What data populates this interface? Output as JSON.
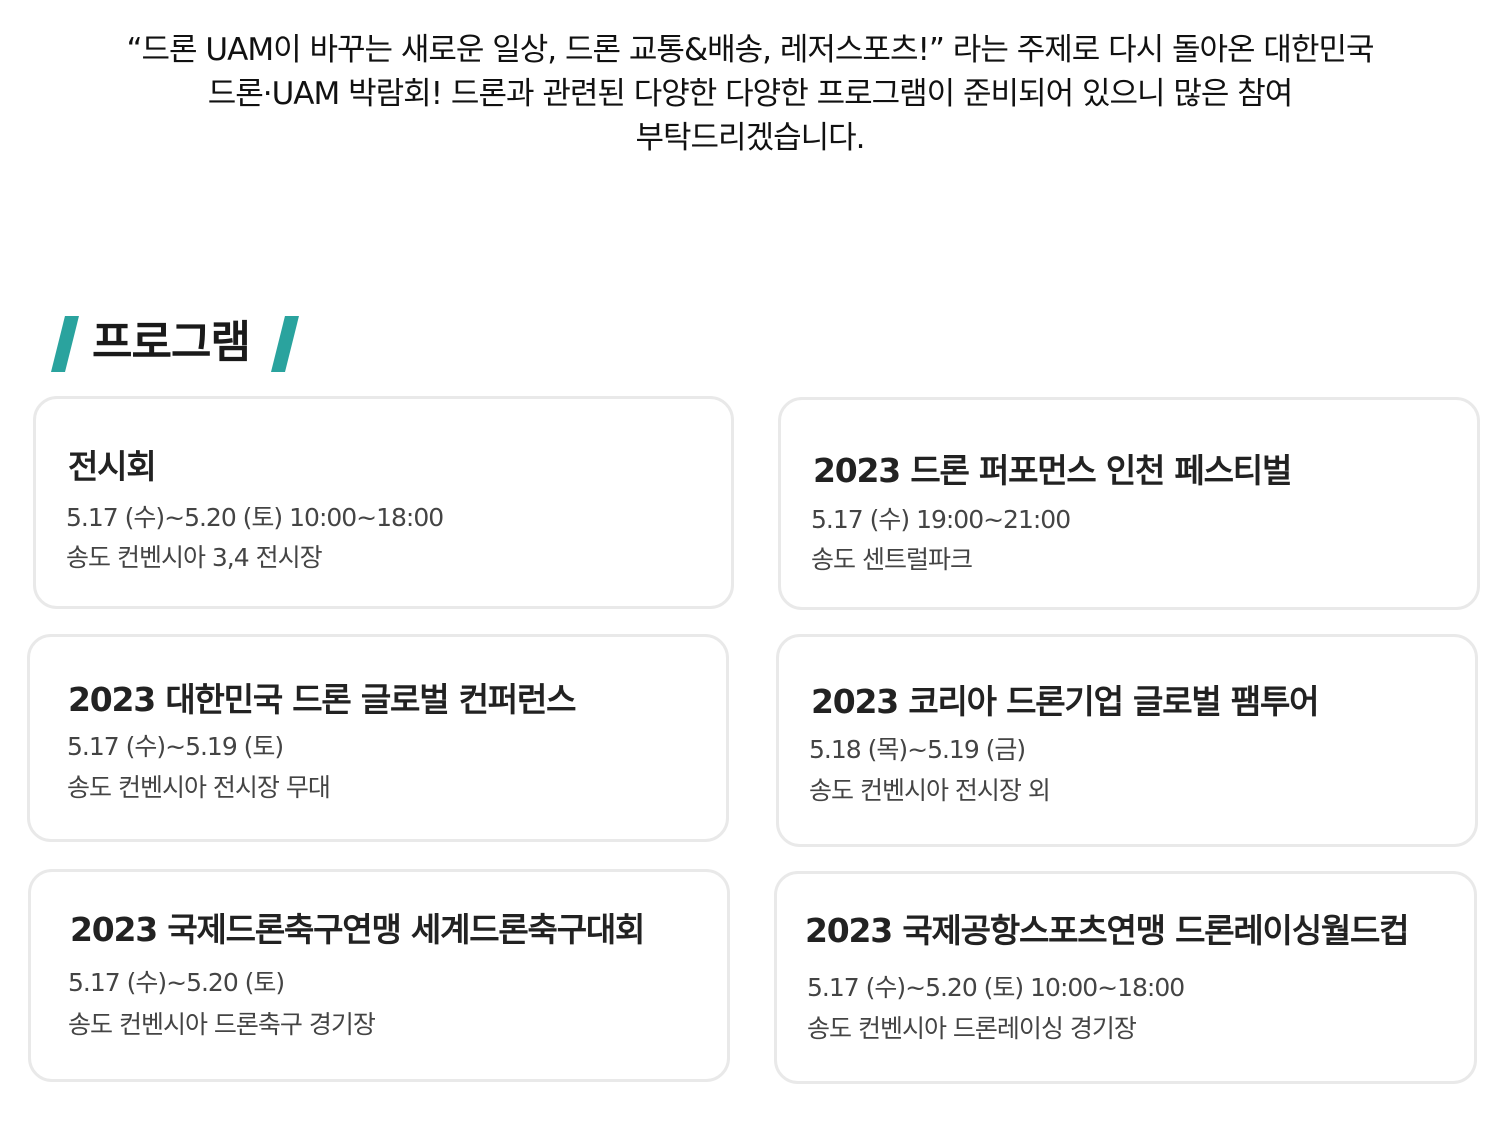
{
  "intro": {
    "lines": [
      "“드론 UAM이 바꾸는 새로운 일상, 드론 교통&배송, 레저스포츠!” 라는 주제로 다시 돌아온 대한민국",
      "드론·UAM 박람회! 드론과 관련된 다양한 다양한 프로그램이 준비되어 있으니 많은 참여",
      "부탁드리겠습니다."
    ]
  },
  "section": {
    "title": "프로그램",
    "accent_color": "#2aa39e"
  },
  "programs": [
    {
      "title": "전시회",
      "date": "5.17 (수)~5.20 (토) 10:00~18:00",
      "place": "송도 컨벤시아 3,4 전시장"
    },
    {
      "title": "2023 드론 퍼포먼스 인천 페스티벌",
      "date": "5.17 (수) 19:00~21:00",
      "place": "송도 센트럴파크"
    },
    {
      "title": "2023 대한민국 드론 글로벌 컨퍼런스",
      "date": "5.17 (수)~5.19 (토)",
      "place": "송도 컨벤시아 전시장 무대"
    },
    {
      "title": "2023 코리아 드론기업 글로벌 팸투어",
      "date": "5.18 (목)~5.19 (금)",
      "place": "송도 컨벤시아 전시장 외"
    },
    {
      "title": "2023 국제드론축구연맹 세계드론축구대회",
      "date": "5.17 (수)~5.20 (토)",
      "place": "송도 컨벤시아 드론축구 경기장"
    },
    {
      "title": "2023 국제공항스포츠연맹 드론레이싱월드컵",
      "date": "5.17 (수)~5.20 (토) 10:00~18:00",
      "place": "송도 컨벤시아 드론레이싱 경기장"
    }
  ]
}
